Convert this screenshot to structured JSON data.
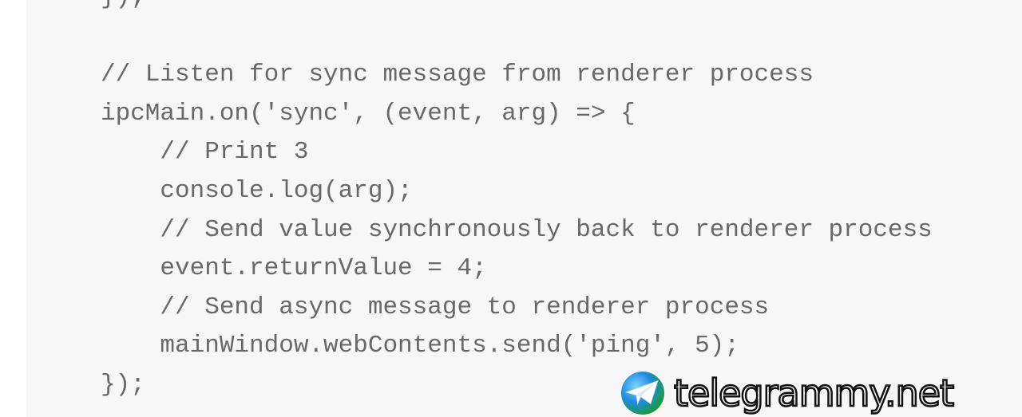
{
  "code_lines": [
    "});",
    "",
    "// Listen for sync message from renderer process",
    "ipcMain.on('sync', (event, arg) => {",
    "    // Print 3",
    "    console.log(arg);",
    "    // Send value synchronously back to renderer process",
    "    event.returnValue = 4;",
    "    // Send async message to renderer process",
    "    mainWindow.webContents.send('ping', 5);",
    "});"
  ],
  "watermark": {
    "text": "telegrammy.net"
  }
}
